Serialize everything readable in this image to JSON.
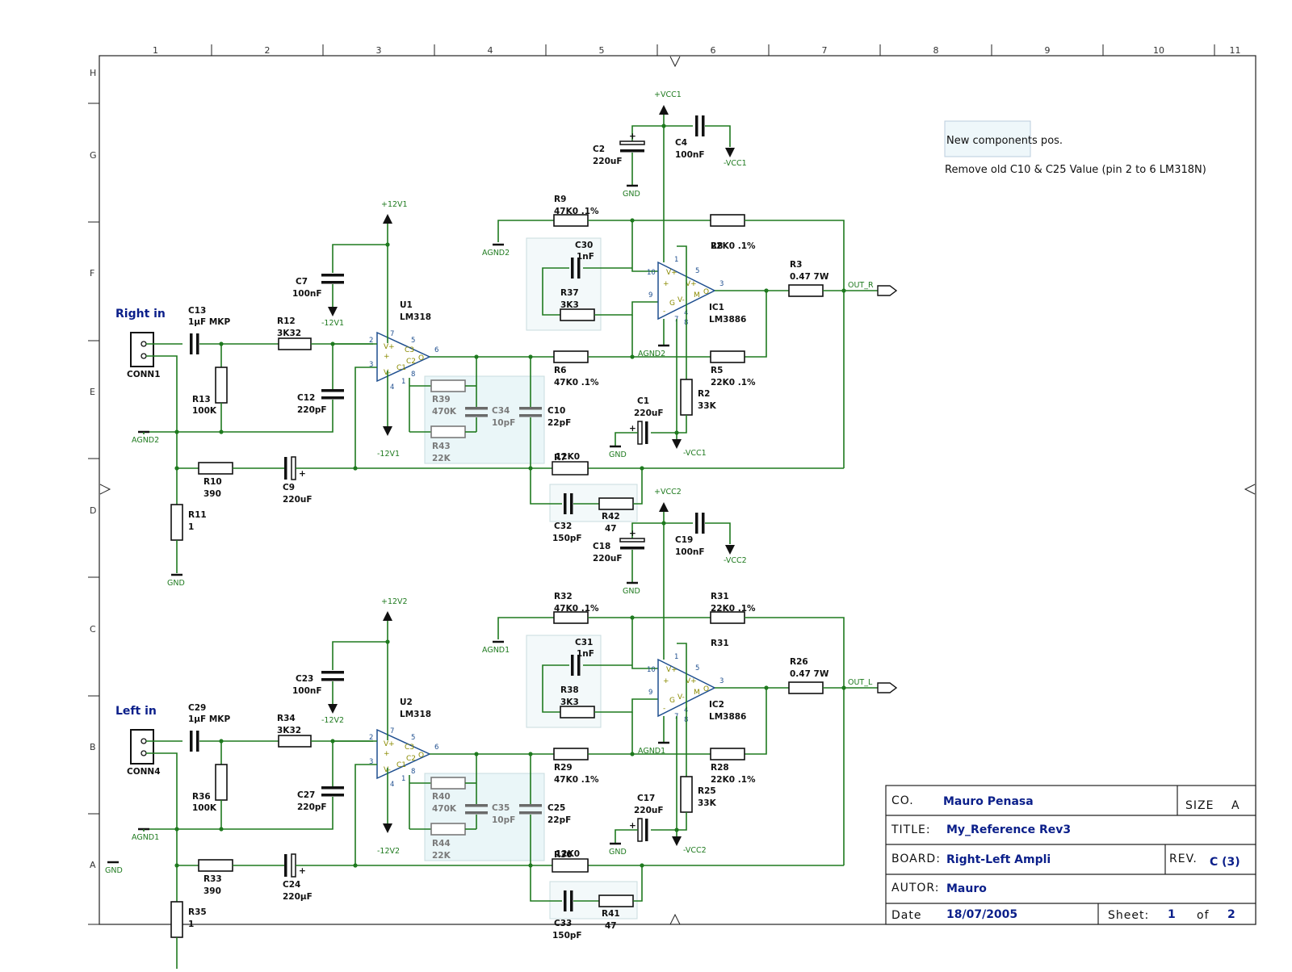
{
  "frame": {
    "cols": [
      "1",
      "2",
      "3",
      "4",
      "5",
      "6",
      "7",
      "8",
      "9",
      "10",
      "11"
    ],
    "rows": [
      "H",
      "G",
      "F",
      "E",
      "D",
      "C",
      "B",
      "A"
    ]
  },
  "note": {
    "line1": "New components pos.",
    "line2": "Remove old C10 & C25 Value (pin 2 to 6 LM318N)"
  },
  "inputs": {
    "right": "Right in",
    "left": "Left in"
  },
  "channel_r": {
    "conn": "CONN1",
    "C13": [
      "C13",
      "1µF MKP"
    ],
    "R12": [
      "R12",
      "3K32"
    ],
    "R13": [
      "R13",
      "100K"
    ],
    "C12": [
      "C12",
      "220pF"
    ],
    "C7": [
      "C7",
      "100nF"
    ],
    "U": [
      "U1",
      "LM318"
    ],
    "R39": [
      "R39",
      "470K"
    ],
    "R43": [
      "R43",
      "22K"
    ],
    "C34": [
      "C34",
      "10pF"
    ],
    "C10": [
      "C10",
      "22pF"
    ],
    "R9": [
      "R9",
      "47K0 .1%"
    ],
    "C30": [
      "C30",
      "1nF"
    ],
    "R37": [
      "R37",
      "3K3"
    ],
    "IC": [
      "IC1",
      "LM3886"
    ],
    "R8": [
      "R8",
      "22K0 .1%"
    ],
    "R6": [
      "R6",
      "47K0 .1%"
    ],
    "R5": [
      "R5",
      "22K0 .1%"
    ],
    "R3": [
      "R3",
      "0.47 7W"
    ],
    "R2": [
      "R2",
      "33K"
    ],
    "C1": [
      "C1",
      "220uF"
    ],
    "R7": [
      "R7",
      "12K0"
    ],
    "C32": [
      "C32",
      "150pF"
    ],
    "R42": [
      "R42",
      "47"
    ],
    "R10": [
      "R10",
      "390"
    ],
    "R11": [
      "R11",
      "1"
    ],
    "C9": [
      "C9",
      "220uF"
    ],
    "C2": [
      "C2",
      "220uF"
    ],
    "C4": [
      "C4",
      "100nF"
    ],
    "nets": {
      "vccp": "+VCC1",
      "vccn": "-VCC1",
      "v12p": "+12V1",
      "v12n": "-12V1",
      "agnd_a": "AGND2",
      "agnd_b": "AGND2",
      "agnd_c": "AGND2",
      "out": "OUT_R",
      "gnd": "GND"
    }
  },
  "channel_l": {
    "conn": "CONN4",
    "C13": [
      "C29",
      "1µF MKP"
    ],
    "R12": [
      "R34",
      "3K32"
    ],
    "R13": [
      "R36",
      "100K"
    ],
    "C12": [
      "C27",
      "220pF"
    ],
    "C7": [
      "C23",
      "100nF"
    ],
    "U": [
      "U2",
      "LM318"
    ],
    "R39": [
      "R40",
      "470K"
    ],
    "R43": [
      "R44",
      "22K"
    ],
    "C34": [
      "C35",
      "10pF"
    ],
    "C10": [
      "C25",
      "22pF"
    ],
    "R9": [
      "R32",
      "47K0 .1%"
    ],
    "C30": [
      "C31",
      "1nF"
    ],
    "R37": [
      "R38",
      "3K3"
    ],
    "IC": [
      "IC2",
      "LM3886"
    ],
    "R8": [
      "R31",
      "22K0 .1%"
    ],
    "R6": [
      "R29",
      "47K0 .1%"
    ],
    "R5": [
      "R28",
      "22K0 .1%"
    ],
    "R3": [
      "R26",
      "0.47 7W"
    ],
    "R2": [
      "R25",
      "33K"
    ],
    "C1": [
      "C17",
      "220uF"
    ],
    "R7": [
      "R30",
      "12K0"
    ],
    "C32": [
      "C33",
      "150pF"
    ],
    "R42": [
      "R41",
      "47"
    ],
    "R10": [
      "R33",
      "390"
    ],
    "R11": [
      "R35",
      "1"
    ],
    "C9": [
      "C24",
      "220µF"
    ],
    "C2": [
      "C18",
      "220uF"
    ],
    "C4": [
      "C19",
      "100nF"
    ],
    "nets": {
      "vccp": "+VCC2",
      "vccn": "-VCC2",
      "v12p": "+12V2",
      "v12n": "-12V2",
      "agnd_a": "AGND1",
      "agnd_b": "AGND1",
      "agnd_c": "AGND1",
      "out": "OUT_L",
      "gnd": "GND"
    }
  },
  "opamp_pins": {
    "small": [
      "2",
      "3",
      "7",
      "4",
      "5",
      "6",
      "1",
      "8"
    ],
    "big": [
      "1",
      "5",
      "10",
      "9",
      "7",
      "4",
      "8",
      "3"
    ],
    "small_inner": [
      "V+",
      "V-",
      "C3",
      "C1",
      "C2",
      "O"
    ],
    "big_inner": [
      "V+",
      "V-",
      "G",
      "M",
      "O"
    ]
  },
  "title_block": {
    "co_label": "CO.",
    "co_value": "Mauro Penasa",
    "size_label": "SIZE",
    "size_value": "A",
    "title_label": "TITLE:",
    "title_value": "My_Reference Rev3",
    "board_label": "BOARD:",
    "board_value": "Right-Left Ampli",
    "rev_label": "REV.",
    "rev_value": "C (3)",
    "autor_label": "AUTOR:",
    "autor_value": "Mauro",
    "date_label": "Date",
    "date_value": "18/07/2005",
    "sheet_label": "Sheet:",
    "sheet_value": "1",
    "of_label": "of",
    "of_value": "2"
  }
}
